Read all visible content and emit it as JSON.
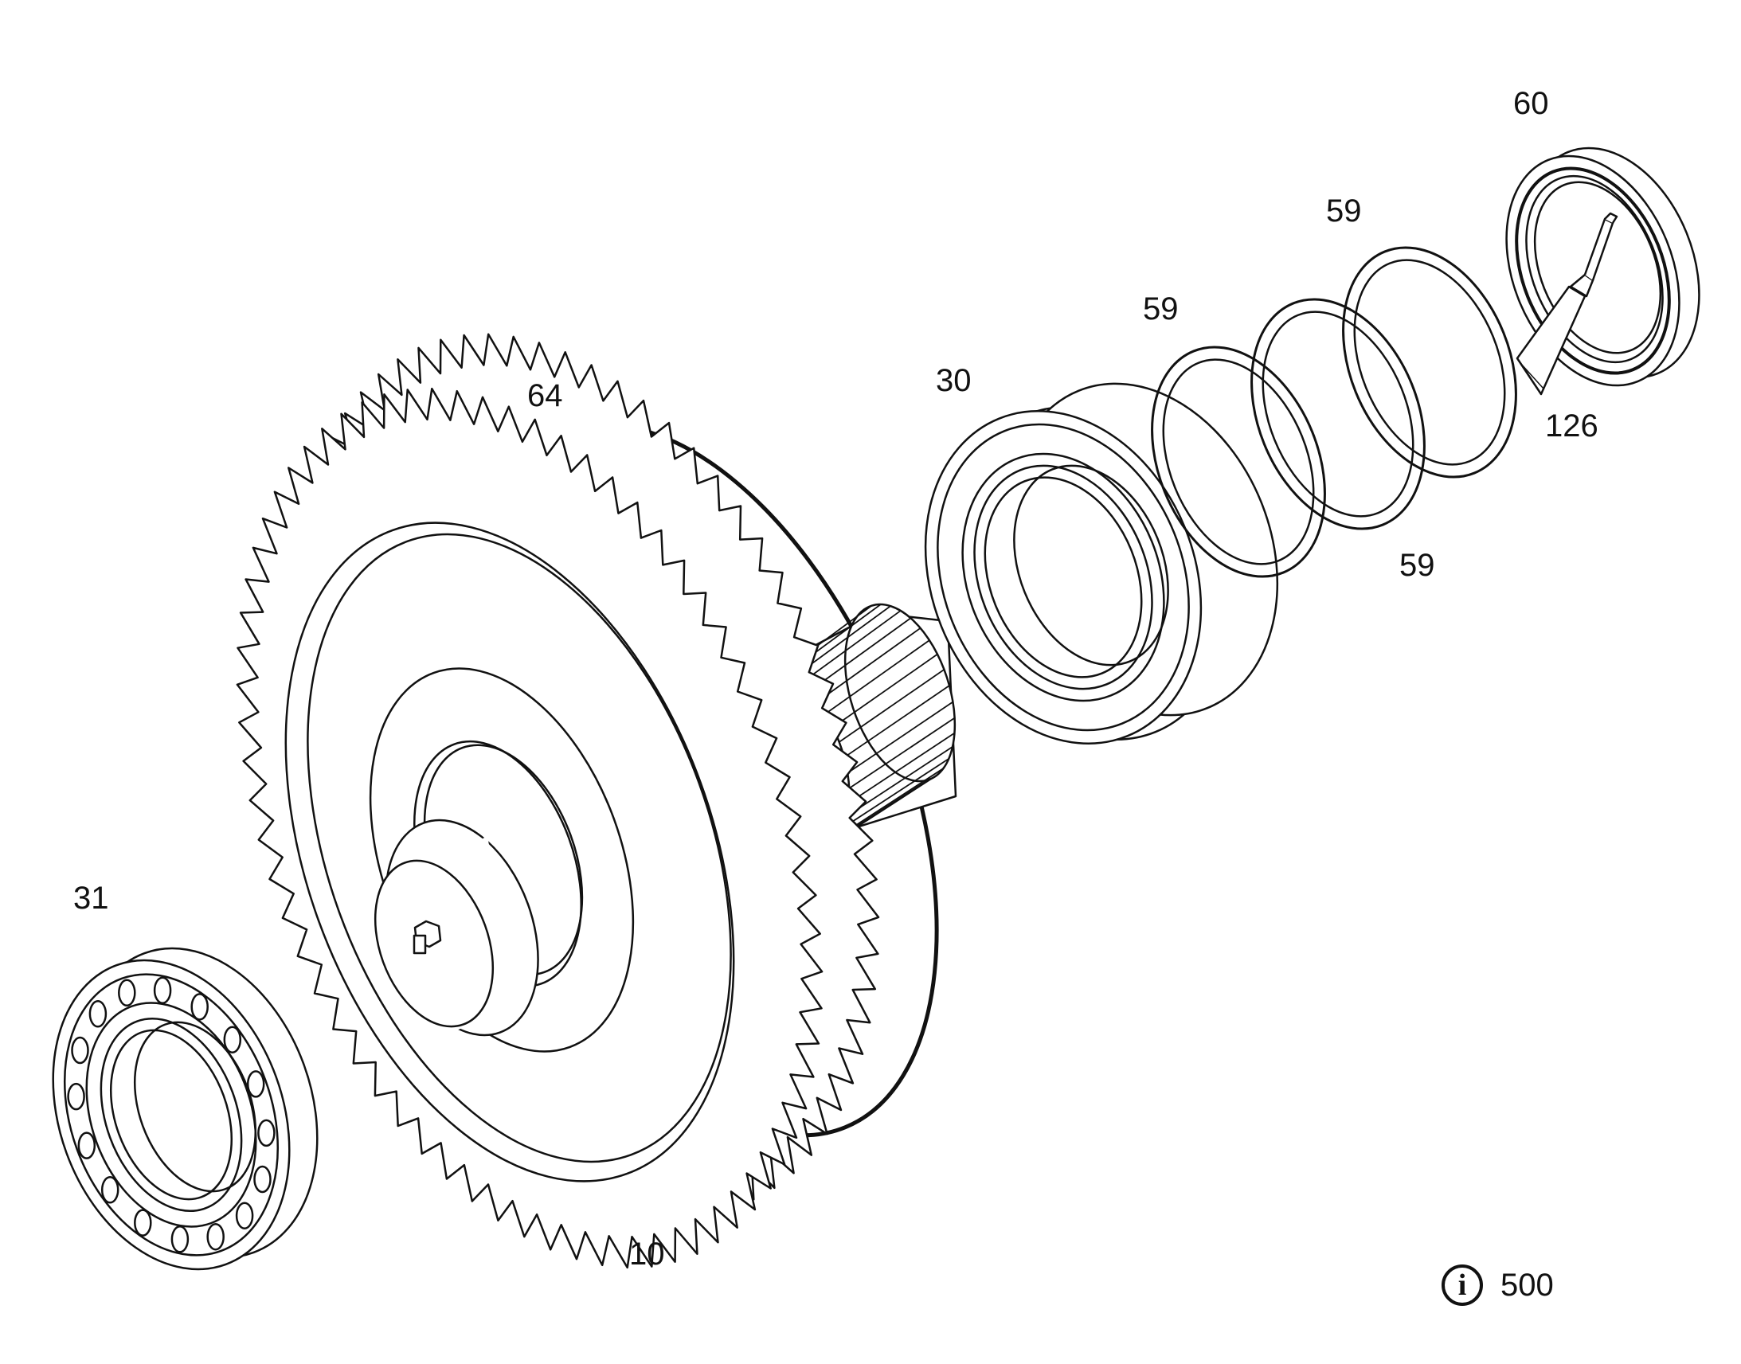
{
  "diagram": {
    "parts": [
      {
        "id": "callout-60",
        "label": "60",
        "part": "shaft-seal"
      },
      {
        "id": "callout-59a",
        "label": "59",
        "part": "shim-ring"
      },
      {
        "id": "callout-59b",
        "label": "59",
        "part": "shim-ring"
      },
      {
        "id": "callout-59c",
        "label": "59",
        "part": "shim-ring"
      },
      {
        "id": "callout-30",
        "label": "30",
        "part": "roller-bearing"
      },
      {
        "id": "callout-126",
        "label": "126",
        "part": "sealant-tube"
      },
      {
        "id": "callout-64",
        "label": "64",
        "part": "o-ring"
      },
      {
        "id": "callout-31",
        "label": "31",
        "part": "roller-bearing"
      },
      {
        "id": "callout-10",
        "label": "10",
        "part": "spur-gear-shaft"
      }
    ],
    "info": {
      "icon": "info-icon",
      "label": "500"
    },
    "colors": {
      "line": "#111111",
      "background": "#ffffff"
    }
  }
}
